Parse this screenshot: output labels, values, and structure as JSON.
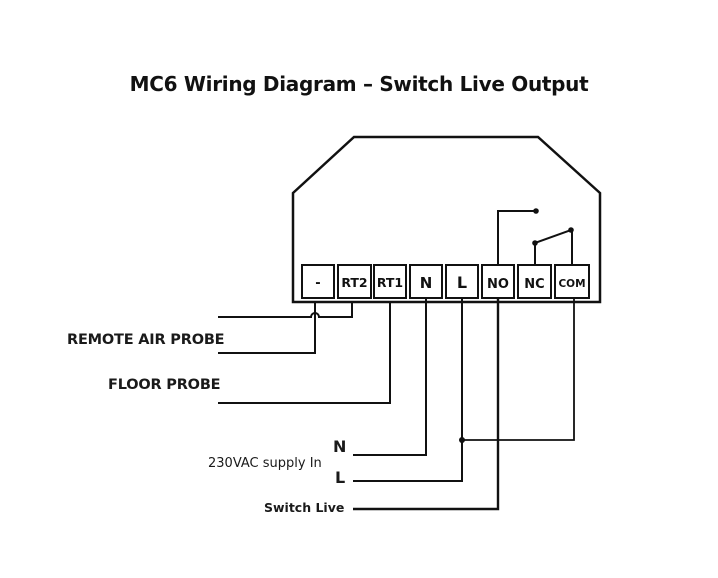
{
  "title": "MC6 Wiring Diagram – Switch Live Output",
  "terminals": [
    {
      "id": "minus",
      "label": "-"
    },
    {
      "id": "rt2",
      "label": "RT2"
    },
    {
      "id": "rt1",
      "label": "RT1"
    },
    {
      "id": "n",
      "label": "N"
    },
    {
      "id": "l",
      "label": "L"
    },
    {
      "id": "no",
      "label": "NO"
    },
    {
      "id": "nc",
      "label": "NC"
    },
    {
      "id": "com",
      "label": "COM"
    }
  ],
  "labels": {
    "remote_air_probe": "REMOTE AIR PROBE",
    "floor_probe": "FLOOR PROBE",
    "supply": "230VAC supply In",
    "supply_n": "N",
    "supply_l": "L",
    "switch_live": "Switch Live"
  },
  "colors": {
    "line": "#111111",
    "background": "#ffffff"
  }
}
